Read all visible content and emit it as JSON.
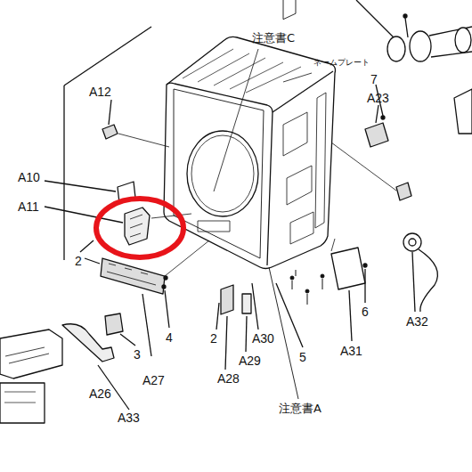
{
  "diagram": {
    "labels": [
      "注意書C",
      "ネームプレート",
      "A12",
      "7",
      "A23",
      "A10",
      "A11",
      "2",
      "A32",
      "6",
      "A31",
      "5",
      "A30",
      "A29",
      "2",
      "A28",
      "4",
      "3",
      "A27",
      "A26",
      "A33",
      "注意書A"
    ]
  }
}
